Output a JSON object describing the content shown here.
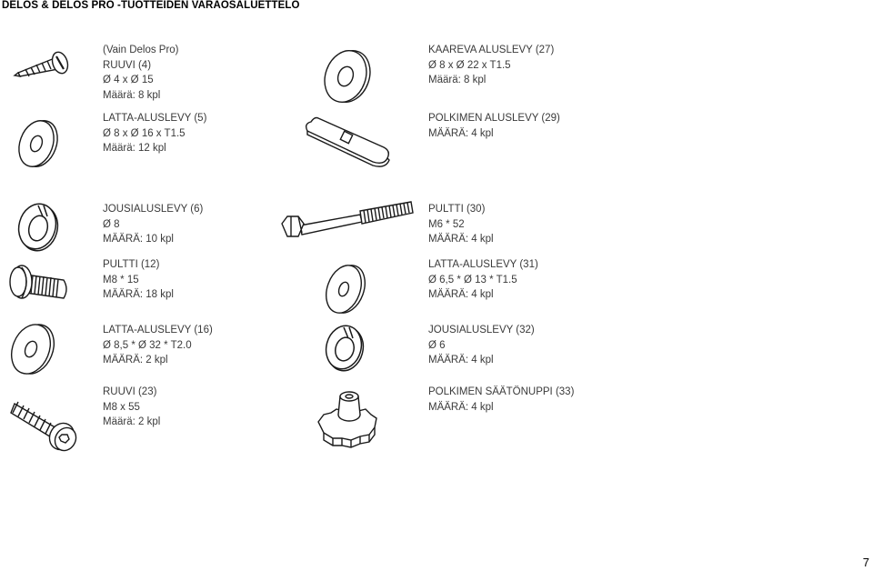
{
  "page": {
    "title": "DELOS & DELOS PRO -TUOTTEIDEN VARAOSALUETTELO",
    "page_number": "7"
  },
  "parts": [
    {
      "lines": [
        "(Vain Delos Pro)",
        "RUUVI (4)",
        "Ø 4 x Ø 15",
        "Määrä: 8 kpl"
      ],
      "icon": "screw-icon"
    },
    {
      "lines": [
        "LATTA-ALUSLEVY (5)",
        "Ø 8 x Ø 16 x T1.5",
        "Määrä: 12 kpl"
      ],
      "icon": "flat-washer-icon"
    },
    {
      "lines": [
        "KAAREVA ALUSLEVY (27)",
        "Ø 8 x Ø 22 x T1.5",
        "Määrä: 8 kpl"
      ],
      "icon": "curved-washer-icon"
    },
    {
      "lines": [
        "POLKIMEN ALUSLEVY (29)",
        "MÄÄRÄ: 4 kpl"
      ],
      "icon": "pedal-washer-icon"
    },
    {
      "lines": [
        "JOUSIALUSLEVY (6)",
        "Ø 8",
        "MÄÄRÄ: 10 kpl"
      ],
      "icon": "spring-washer-icon"
    },
    {
      "lines": [
        "PULTTI (30)",
        "M6 * 52",
        "MÄÄRÄ: 4 kpl"
      ],
      "icon": "long-bolt-icon"
    },
    {
      "lines": [
        "PULTTI (12)",
        "M8 * 15",
        "MÄÄRÄ: 18 kpl"
      ],
      "icon": "short-bolt-icon"
    },
    {
      "lines": [
        "LATTA-ALUSLEVY (31)",
        "Ø 6,5 * Ø 13 * T1.5",
        "MÄÄRÄ: 4 kpl"
      ],
      "icon": "flat-washer-icon"
    },
    {
      "lines": [
        "LATTA-ALUSLEVY (16)",
        "Ø 8,5 * Ø 32 * T2.0",
        "MÄÄRÄ: 2 kpl"
      ],
      "icon": "large-washer-icon"
    },
    {
      "lines": [
        "JOUSIALUSLEVY (32)",
        "Ø 6",
        "MÄÄRÄ: 4 kpl"
      ],
      "icon": "spring-washer-icon"
    },
    {
      "lines": [
        "RUUVI (23)",
        "M8 x 55",
        "Määrä: 2 kpl"
      ],
      "icon": "hex-socket-screw-icon"
    },
    {
      "lines": [
        "POLKIMEN SÄÄTÖNUPPI (33)",
        "MÄÄRÄ: 4 kpl"
      ],
      "icon": "adjustment-knob-icon"
    }
  ]
}
